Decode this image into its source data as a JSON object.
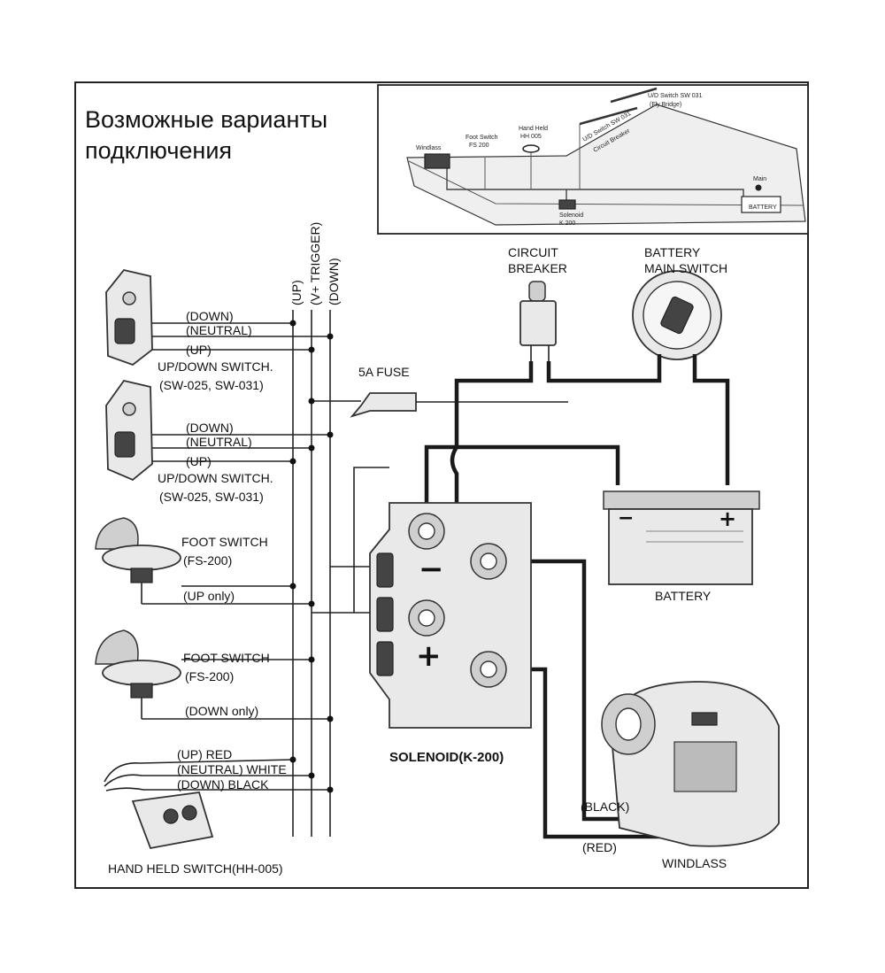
{
  "title": {
    "line1": "Возможные варианты",
    "line2": "подключения"
  },
  "bus_labels": {
    "up": "(UP)",
    "trigger": "(V+ TRIGGER)",
    "down": "(DOWN)"
  },
  "updown_switch_1": {
    "wire_down": "(DOWN)",
    "wire_neutral": "(NEUTRAL)",
    "wire_up": "(UP)",
    "name": "UP/DOWN SWITCH.",
    "models": "(SW-025, SW-031)"
  },
  "updown_switch_2": {
    "wire_down": "(DOWN)",
    "wire_neutral": "(NEUTRAL)",
    "wire_up": "(UP)",
    "name": "UP/DOWN SWITCH.",
    "models": "(SW-025, SW-031)"
  },
  "foot_switch_1": {
    "name": "FOOT SWITCH",
    "model": "(FS-200)",
    "wire": "(UP only)"
  },
  "foot_switch_2": {
    "name": "FOOT SWITCH",
    "model": "(FS-200)",
    "wire": "(DOWN only)"
  },
  "hand_held": {
    "wire_up": "(UP) RED",
    "wire_neutral": "(NEUTRAL) WHITE",
    "wire_down": "(DOWN) BLACK",
    "name": "HAND HELD SWITCH(HH-005)"
  },
  "fuse": {
    "label": "5A FUSE"
  },
  "circuit_breaker": {
    "line1": "CIRCUIT",
    "line2": "BREAKER"
  },
  "battery_switch": {
    "line1": "BATTERY",
    "line2": "MAIN SWITCH"
  },
  "battery": {
    "label": "BATTERY",
    "minus": "−",
    "plus": "+"
  },
  "solenoid": {
    "label": "SOLENOID(K-200)",
    "minus": "−",
    "plus": "+"
  },
  "windlass": {
    "label": "WINDLASS",
    "wire_black": "(BLACK)",
    "wire_red": "(RED)"
  },
  "inset": {
    "ud_switch_fly": "U/D Switch SW 031",
    "fly_bridge": "(Fly Bridge)",
    "hand_held": "Hand Held",
    "hh_model": "HH 005",
    "foot_switch": "Foot Switch",
    "fs_model": "FS 200",
    "windlass": "Windlass",
    "ud_switch": "U/D Switch SW 031",
    "circuit_breaker": "Circuit Breaker",
    "main": "Main",
    "battery": "BATTERY",
    "solenoid": "Solenoid",
    "solenoid_model": "K 200"
  }
}
